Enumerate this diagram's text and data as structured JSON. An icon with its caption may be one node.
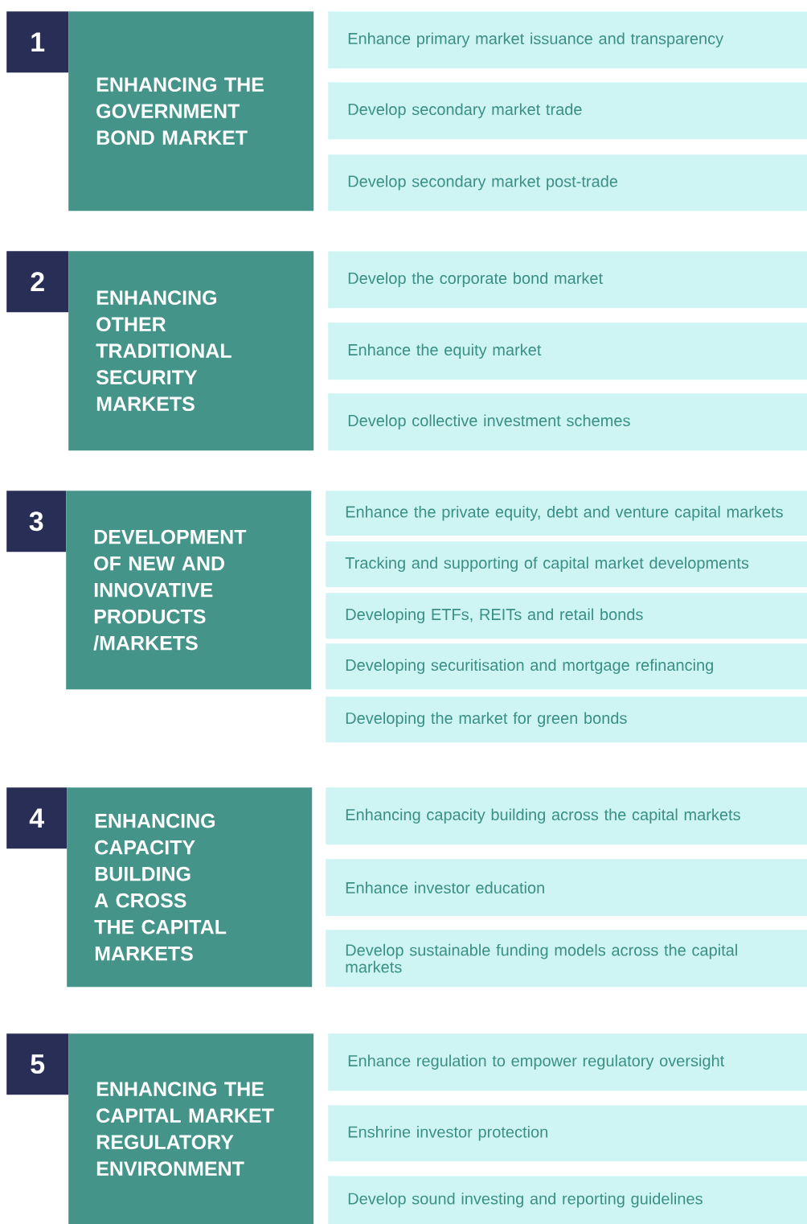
{
  "diagram": {
    "nodes": [
      {
        "text": [
          "1"
        ]
      },
      {
        "text": [
          "ENHANCING THE GOVERNMENT BOND MARKET"
        ]
      },
      {
        "text": [
          "Enhance primary market issuance and transparency"
        ]
      },
      {
        "text": [
          "Develop secondary market trade"
        ]
      },
      {
        "text": [
          "Develop secondary market post-trade"
        ]
      },
      {
        "text": [
          "2"
        ]
      },
      {
        "text": [
          "ENHANCING OTHER TRADITIONAL SECURITY MARKETS"
        ]
      },
      {
        "text": [
          "Develop the corporate bond market"
        ]
      },
      {
        "text": [
          "Enhance the equity market"
        ]
      },
      {
        "text": [
          "Develop collective investment schemes"
        ]
      },
      {
        "text": [
          "3"
        ]
      },
      {
        "text": [
          "DEVELOPMENT OF NEW AND INNOVATIVE PRODUCTS /MARKETS"
        ]
      },
      {
        "text": [
          "Enhance the private equity, debt and venture capital markets"
        ]
      },
      {
        "text": [
          "Tracking and supporting of capital market developments"
        ]
      },
      {
        "text": [
          "Developing ETFs, REITs and retail bonds"
        ]
      },
      {
        "text": [
          "Developing securitisation and mortgage refinancing"
        ]
      },
      {
        "text": [
          "Developing the market for green bonds"
        ]
      },
      {
        "text": [
          "4"
        ]
      },
      {
        "text": [
          "ENHANCING CAPACITY BUILDING A CROSS THE CAPITAL MARKETS"
        ]
      },
      {
        "text": [
          "Enhancing capacity building across the capital markets"
        ]
      },
      {
        "text": [
          "Enhance investor education"
        ]
      },
      {
        "text": [
          "Develop sustainable funding models across the capital markets"
        ]
      },
      {
        "text": [
          "5"
        ]
      },
      {
        "text": [
          "ENHANCING THE CAPITAL MARKET REGULATORY ENVIRONMENT"
        ]
      },
      {
        "text": [
          "Enhance regulation to empower regulatory oversight"
        ]
      },
      {
        "text": [
          "Enshrine investor protection"
        ]
      },
      {
        "text": [
          "Develop sound investing and reporting guidelines"
        ]
      }
    ]
  }
}
